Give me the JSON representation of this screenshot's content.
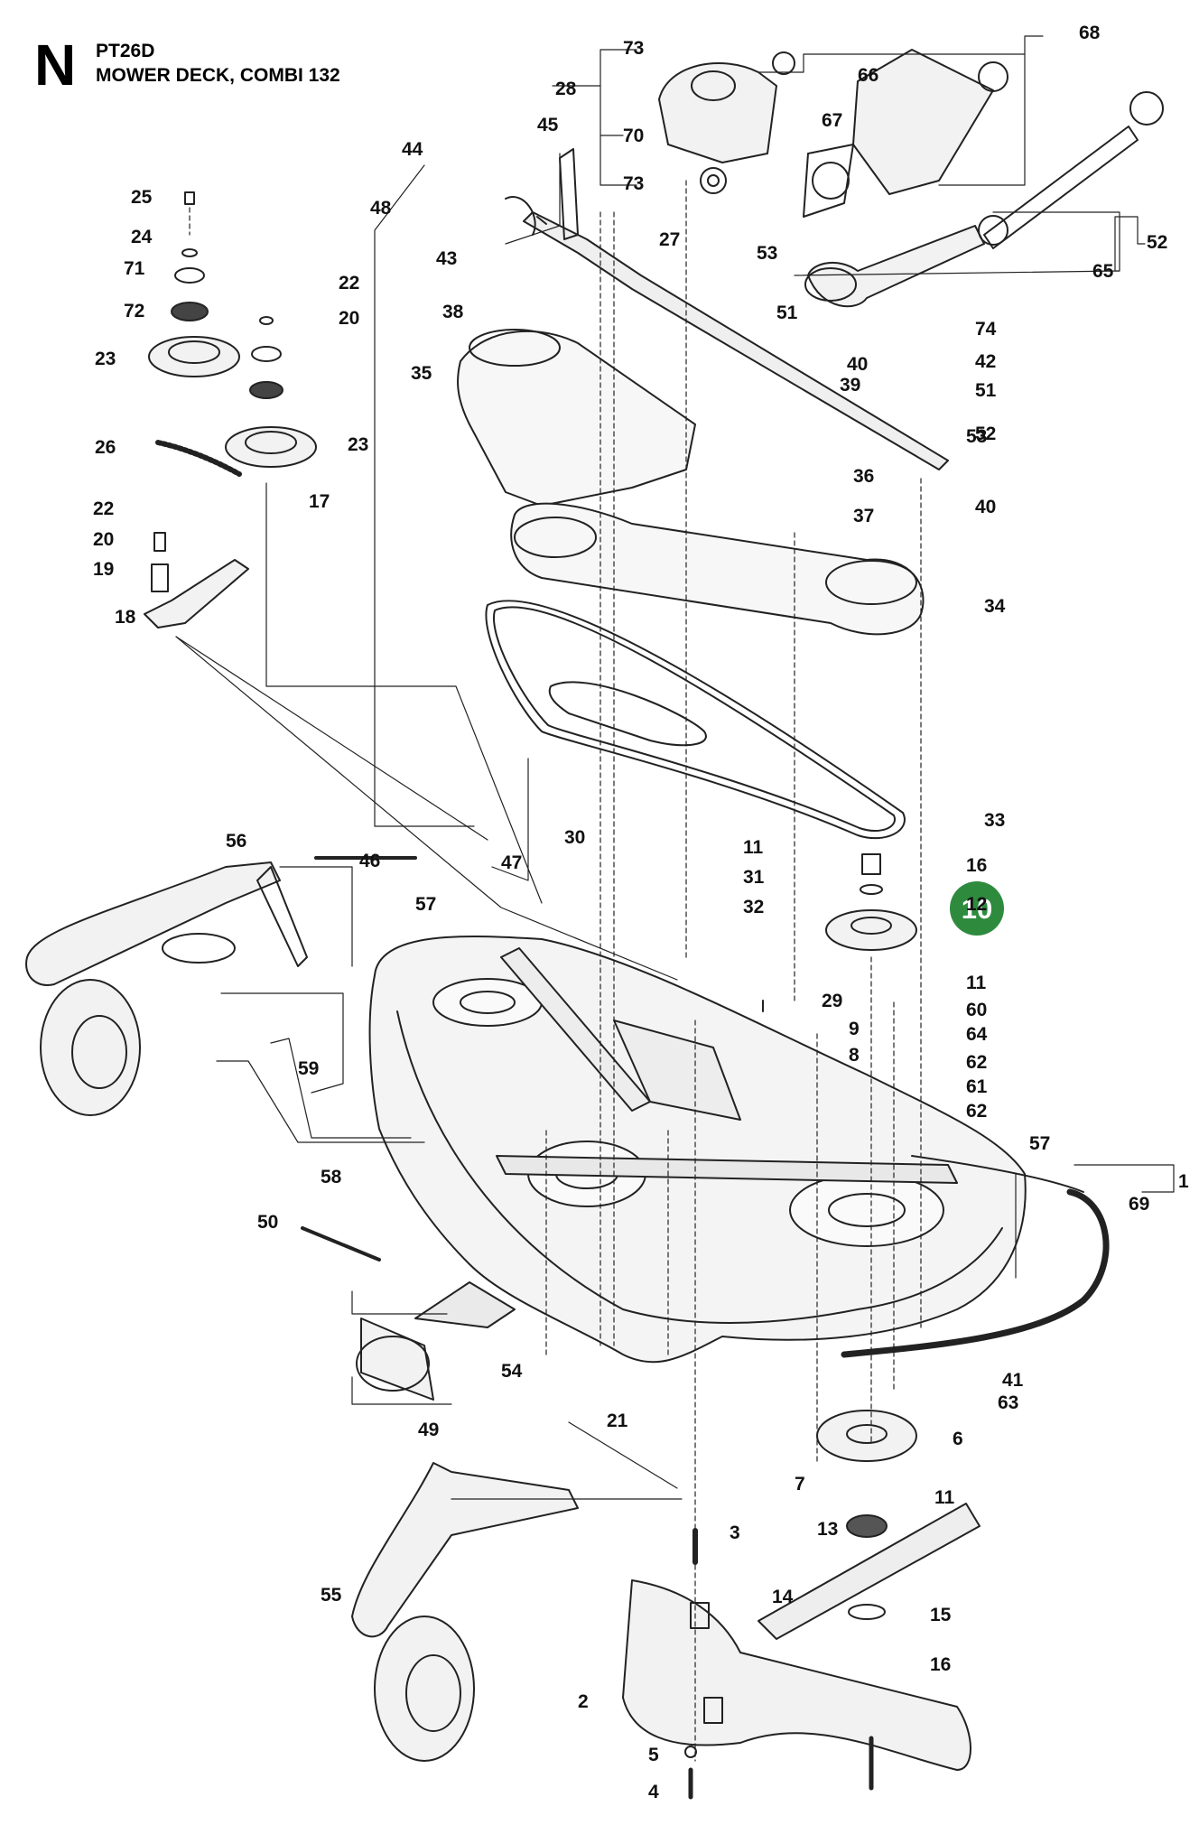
{
  "header": {
    "section_letter": "N",
    "model": "PT26D",
    "title": "MOWER DECK, COMBI 132"
  },
  "highlight": {
    "label": "10",
    "color": "#2e8b3e"
  },
  "callouts": [
    "73",
    "68",
    "66",
    "28",
    "67",
    "70",
    "73",
    "45",
    "44",
    "48",
    "43",
    "38",
    "25",
    "24",
    "71",
    "72",
    "23",
    "22",
    "20",
    "23",
    "26",
    "22",
    "20",
    "19",
    "18",
    "17",
    "27",
    "53",
    "51",
    "52",
    "65",
    "74",
    "42",
    "40",
    "51",
    "39",
    "52",
    "53",
    "40",
    "35",
    "36",
    "37",
    "34",
    "33",
    "30",
    "11",
    "31",
    "32",
    "56",
    "46",
    "47",
    "57",
    "16",
    "12",
    "11",
    "60",
    "64",
    "62",
    "61",
    "62",
    "29",
    "9",
    "8",
    "59",
    "57",
    "1",
    "69",
    "58",
    "50",
    "54",
    "49",
    "41",
    "21",
    "63",
    "6",
    "7",
    "11",
    "13",
    "14",
    "15",
    "16",
    "3",
    "55",
    "2",
    "5",
    "4"
  ]
}
